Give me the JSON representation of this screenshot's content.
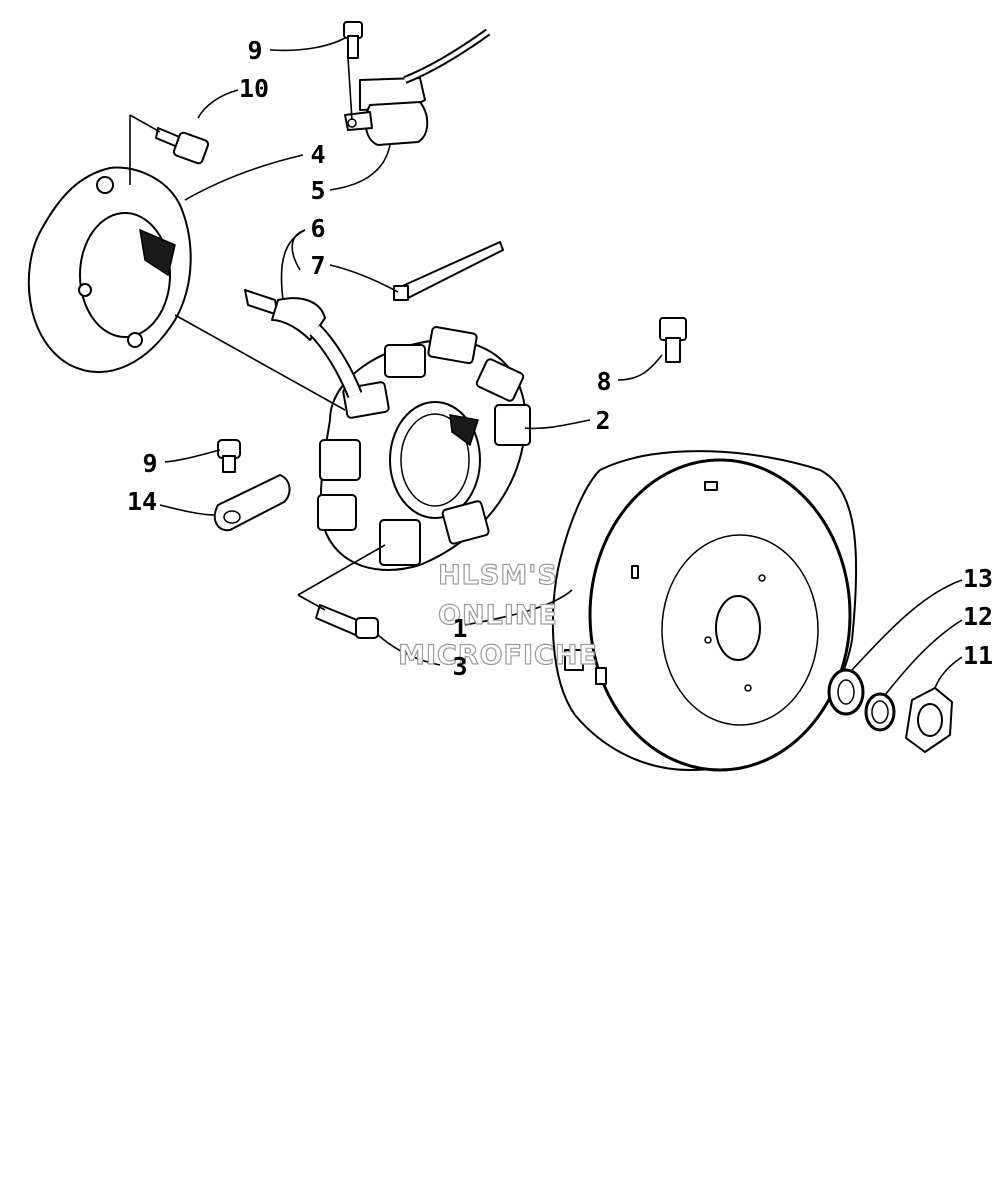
{
  "diagram": {
    "callouts": [
      {
        "id": "c1",
        "label": "1"
      },
      {
        "id": "c2",
        "label": "2"
      },
      {
        "id": "c3",
        "label": "3"
      },
      {
        "id": "c4",
        "label": "4"
      },
      {
        "id": "c5",
        "label": "5"
      },
      {
        "id": "c6",
        "label": "6"
      },
      {
        "id": "c7",
        "label": "7"
      },
      {
        "id": "c8",
        "label": "8"
      },
      {
        "id": "c9a",
        "label": "9"
      },
      {
        "id": "c9b",
        "label": "9"
      },
      {
        "id": "c10",
        "label": "10"
      },
      {
        "id": "c11",
        "label": "11"
      },
      {
        "id": "c12",
        "label": "12"
      },
      {
        "id": "c13",
        "label": "13"
      },
      {
        "id": "c14",
        "label": "14"
      }
    ],
    "watermark": {
      "line1": "HLSM'S",
      "line2": "ONLINE",
      "line3": "MICROFICHE"
    }
  }
}
